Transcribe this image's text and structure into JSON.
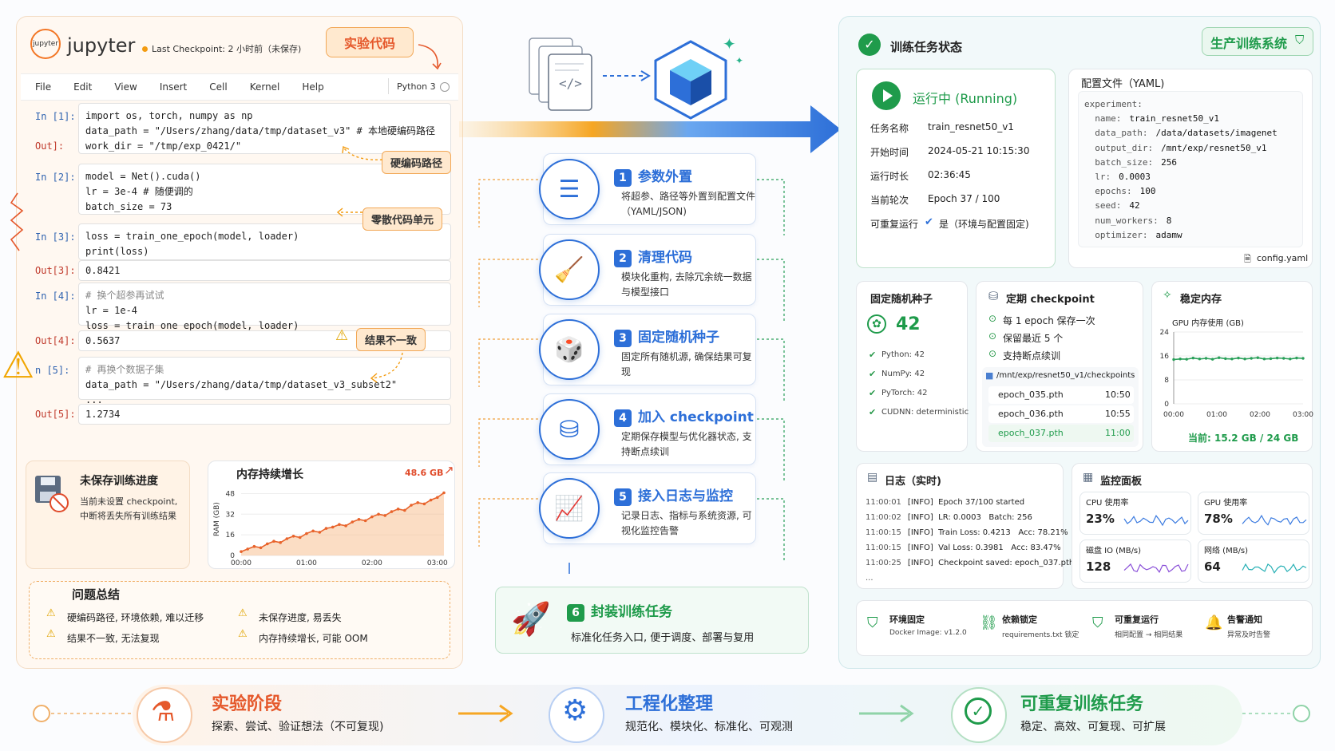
{
  "jupyter": {
    "logo_text": "jupyter",
    "app_name": "jupyter",
    "checkpoint": "Last Checkpoint: 2 小时前（未保存)",
    "callout": "实验代码",
    "menu": [
      "File",
      "Edit",
      "View",
      "Insert",
      "Cell",
      "Kernel",
      "Help"
    ],
    "kernel": "Python 3",
    "cells": [
      {
        "prompt": "In [1]:",
        "lines": [
          "import os, torch, numpy as np",
          "data_path = \"/Users/zhang/data/tmp/dataset_v3\"  # 本地硬编码路径",
          "work_dir = \"/tmp/exp_0421/\""
        ],
        "out_label": "Out]:",
        "out": ""
      },
      {
        "prompt": "In [2]:",
        "lines": [
          "model = Net().cuda()",
          "lr = 3e-4   # 随便调的",
          "batch_size = 73"
        ],
        "out_label": "",
        "out": ""
      },
      {
        "prompt": "In [3]:",
        "lines": [
          "loss = train_one_epoch(model, loader)",
          "print(loss)"
        ],
        "out_label": "Out[3]:",
        "out": "0.8421"
      },
      {
        "prompt": "In [4]:",
        "lines": [
          "# 换个超参再试试",
          "lr = 1e-4",
          "loss = train_one_epoch(model, loader)"
        ],
        "out_label": "Out[4]:",
        "out": "0.5637"
      },
      {
        "prompt": "n [5]:",
        "lines": [
          "# 再换个数据子集",
          "data_path = \"/Users/zhang/data/tmp/dataset_v3_subset2\"",
          "..."
        ],
        "out_label": "Out[5]:",
        "out": "1.2734"
      }
    ],
    "tags": {
      "hardcoded": "硬编码路径",
      "scattered": "零散代码单元",
      "inconsistent": "结果不一致"
    }
  },
  "unsaved": {
    "title": "未保存训练进度",
    "desc1": "当前未设置 checkpoint,",
    "desc2": "中断将丢失所有训练结果"
  },
  "memory_chart": {
    "title": "内存持续增长",
    "peak": "48.6 GB"
  },
  "issues": {
    "title": "问题总结",
    "items": [
      "硬编码路径, 环境依赖, 难以迁移",
      "未保存进度, 易丢失",
      "结果不一致, 无法复现",
      "内存持续增长, 可能 OOM"
    ]
  },
  "steps": [
    {
      "num": "1",
      "title": "参数外置",
      "desc": "将超参、路径等外置到配置文件（YAML/JSON)"
    },
    {
      "num": "2",
      "title": "清理代码",
      "desc": "模块化重构, 去除冗余统一数据与模型接口"
    },
    {
      "num": "3",
      "title": "固定随机种子",
      "desc": "固定所有随机源, 确保结果可复现"
    },
    {
      "num": "4",
      "title": "加入 checkpoint",
      "desc": "定期保存模型与优化器状态, 支持断点续训"
    },
    {
      "num": "5",
      "title": "接入日志与监控",
      "desc": "记录日志、指标与系统资源, 可视化监控告警"
    },
    {
      "num": "6",
      "title": "封装训练任务",
      "desc": "标准化任务入口, 便于调度、部署与复用"
    }
  ],
  "right": {
    "header": "训练任务状态",
    "badge": "生产训练系统",
    "status": "运行中 (Running)",
    "fields": [
      {
        "k": "任务名称",
        "v": "train_resnet50_v1"
      },
      {
        "k": "开始时间",
        "v": "2024-05-21 10:15:30"
      },
      {
        "k": "运行时长",
        "v": "02:36:45"
      },
      {
        "k": "当前轮次",
        "v": "Epoch 37 / 100"
      },
      {
        "k": "可重复运行",
        "v": "是（环境与配置固定)"
      }
    ],
    "config_title": "配置文件（YAML)",
    "yaml": [
      {
        "k": "experiment:",
        "v": ""
      },
      {
        "k": "  name:",
        "v": "train_resnet50_v1"
      },
      {
        "k": "  data_path:",
        "v": "/data/datasets/imagenet"
      },
      {
        "k": "  output_dir:",
        "v": "/mnt/exp/resnet50_v1"
      },
      {
        "k": "  batch_size:",
        "v": "256"
      },
      {
        "k": "  lr:",
        "v": "0.0003"
      },
      {
        "k": "  epochs:",
        "v": "100"
      },
      {
        "k": "  seed:",
        "v": "42"
      },
      {
        "k": "  num_workers:",
        "v": "8"
      },
      {
        "k": "  optimizer:",
        "v": "adamw"
      }
    ],
    "config_file": "config.yaml",
    "seed": {
      "title": "固定随机种子",
      "value": "42",
      "items": [
        "Python: 42",
        "NumPy: 42",
        "PyTorch: 42",
        "CUDNN: deterministic"
      ]
    },
    "ckpt": {
      "title": "定期 checkpoint",
      "items": [
        "每 1 epoch 保存一次",
        "保留最近 5 个",
        "支持断点续训"
      ],
      "path": "/mnt/exp/resnet50_v1/checkpoints",
      "files": [
        {
          "name": "epoch_035.pth",
          "time": "10:50"
        },
        {
          "name": "epoch_036.pth",
          "time": "10:55"
        },
        {
          "name": "epoch_037.pth",
          "time": "11:00"
        }
      ]
    },
    "mem": {
      "title": "稳定内存",
      "sub": "GPU 内存使用 (GB)",
      "yticks": [
        "24",
        "16",
        "8",
        "0"
      ],
      "xticks": [
        "00:00",
        "01:00",
        "02:00",
        "03:00"
      ],
      "current": "当前: 15.2 GB / 24 GB"
    },
    "log": {
      "title": "日志（实时)",
      "lines": [
        {
          "t": "11:00:01",
          "m": "[INFO]  Epoch 37/100 started"
        },
        {
          "t": "11:00:02",
          "m": "[INFO]  LR: 0.0003   Batch: 256"
        },
        {
          "t": "11:00:15",
          "m": "[INFO]  Train Loss: 0.4213   Acc: 78.21%"
        },
        {
          "t": "11:00:15",
          "m": "[INFO]  Val Loss: 0.3981   Acc: 83.47%"
        },
        {
          "t": "11:00:25",
          "m": "[INFO]  Checkpoint saved: epoch_037.pth"
        },
        {
          "t": "...",
          "m": ""
        }
      ]
    },
    "monitor": {
      "title": "监控面板",
      "tiles": [
        {
          "label": "CPU 使用率",
          "value": "23%"
        },
        {
          "label": "GPU 使用率",
          "value": "78%"
        },
        {
          "label": "磁盘 IO (MB/s)",
          "value": "128"
        },
        {
          "label": "网络 (MB/s)",
          "value": "64"
        }
      ]
    },
    "features": [
      {
        "title": "环境固定",
        "sub": "Docker Image: v1.2.0"
      },
      {
        "title": "依赖锁定",
        "sub": "requirements.txt 锁定"
      },
      {
        "title": "可重复运行",
        "sub": "相同配置 → 相同结果"
      },
      {
        "title": "告警通知",
        "sub": "异常及时告警"
      }
    ]
  },
  "bottom": [
    {
      "title": "实验阶段",
      "sub": "探索、尝试、验证想法（不可复现)",
      "color": "#e5582b"
    },
    {
      "title": "工程化整理",
      "sub": "规范化、模块化、标准化、可观测",
      "color": "#2d6fd8"
    },
    {
      "title": "可重复训练任务",
      "sub": "稳定、高效、可复现、可扩展",
      "color": "#1f9b4b"
    }
  ],
  "chart_data": [
    {
      "type": "area",
      "title": "内存持续增长",
      "ylabel": "RAM (GB)",
      "xticks": [
        "00:00",
        "01:00",
        "02:00",
        "03:00"
      ],
      "yticks": [
        0,
        16,
        32,
        48
      ],
      "ylim": [
        0,
        52
      ],
      "x": [
        0,
        0.1,
        0.2,
        0.3,
        0.4,
        0.5,
        0.6,
        0.7,
        0.8,
        0.9,
        1.0,
        1.1,
        1.2,
        1.3,
        1.4,
        1.5,
        1.6,
        1.7,
        1.8,
        1.9,
        2.0,
        2.1,
        2.2,
        2.3,
        2.4,
        2.5,
        2.6,
        2.7,
        2.8,
        2.9,
        3.0,
        3.1
      ],
      "y": [
        3,
        5,
        7,
        6,
        9,
        11,
        10,
        13,
        15,
        14,
        17,
        19,
        18,
        21,
        22,
        24,
        23,
        26,
        28,
        27,
        30,
        32,
        31,
        34,
        36,
        35,
        39,
        41,
        40,
        43,
        45,
        48.6
      ],
      "peak_label": "48.6 GB"
    },
    {
      "type": "line",
      "title": "稳定内存",
      "ylabel": "GPU 内存使用 (GB)",
      "xticks": [
        "00:00",
        "01:00",
        "02:00",
        "03:00"
      ],
      "yticks": [
        0,
        8,
        16,
        24
      ],
      "ylim": [
        0,
        24
      ],
      "x": [
        0,
        0.15,
        0.3,
        0.45,
        0.6,
        0.75,
        0.9,
        1.05,
        1.2,
        1.35,
        1.5,
        1.65,
        1.8,
        1.95,
        2.1,
        2.25,
        2.4,
        2.55,
        2.7,
        2.85,
        3.0
      ],
      "y": [
        14.8,
        15.0,
        14.9,
        15.3,
        15.0,
        15.2,
        14.9,
        15.4,
        15.1,
        15.0,
        15.3,
        15.0,
        15.2,
        15.4,
        15.0,
        15.1,
        15.3,
        15.2,
        15.0,
        15.3,
        15.2
      ]
    }
  ]
}
